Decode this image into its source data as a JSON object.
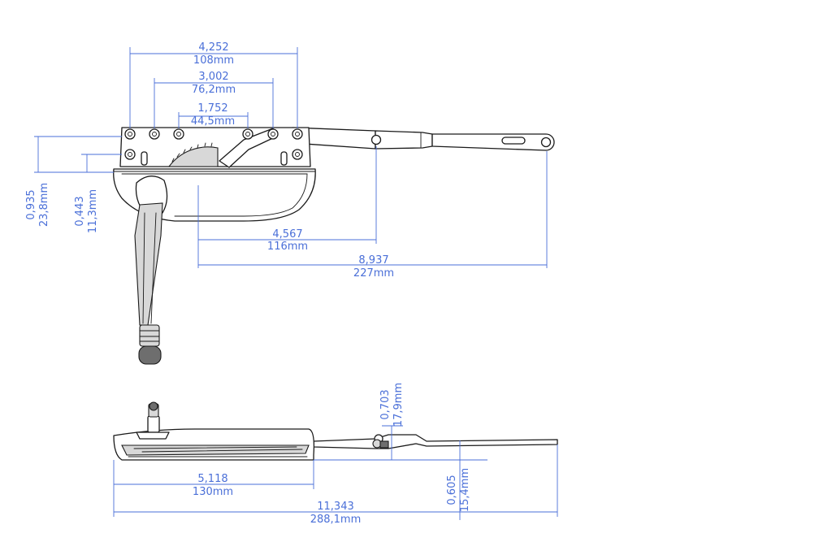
{
  "colors": {
    "dimension": "#4a6fd8",
    "outline": "#1a1a1a",
    "background": "#ffffff"
  },
  "dimensions": {
    "top_width_in": "4,252",
    "top_width_mm": "108mm",
    "mid_width_in": "3,002",
    "mid_width_mm": "76,2mm",
    "inner_width_in": "1,752",
    "inner_width_mm": "44,5mm",
    "height_outer_in": "0,935",
    "height_outer_mm": "23,8mm",
    "height_inner_in": "0,443",
    "height_inner_mm": "11,3mm",
    "arm_pivot_in": "4,567",
    "arm_pivot_mm": "116mm",
    "arm_reach_in": "8,937",
    "arm_reach_mm": "227mm",
    "side_height_in": "0,703",
    "side_height_mm": "17,9mm",
    "base_length_in": "5,118",
    "base_length_mm": "130mm",
    "drop_in": "0,605",
    "drop_mm": "15,4mm",
    "overall_length_in": "11,343",
    "overall_length_mm": "288,1mm"
  }
}
